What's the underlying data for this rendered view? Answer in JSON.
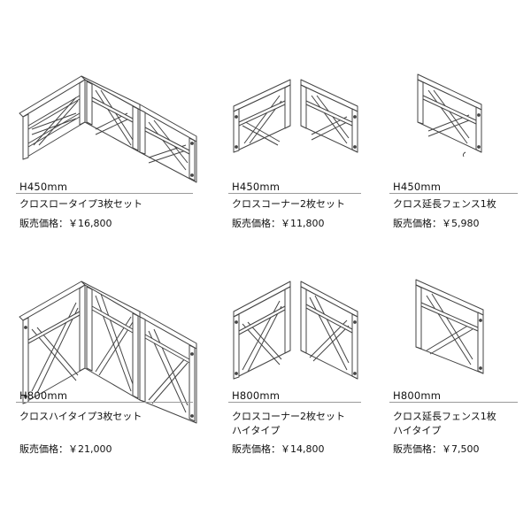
{
  "products": [
    {
      "height": "H450mm",
      "name": "クロスロータイプ3枚セット",
      "name2": "",
      "price_label": "販売価格：￥16,800",
      "icon": "three-panel-low-fence-icon"
    },
    {
      "height": "H450mm",
      "name": "クロスコーナー2枚セット",
      "name2": "",
      "price_label": "販売価格：￥11,800",
      "icon": "two-panel-corner-low-fence-icon"
    },
    {
      "height": "H450mm",
      "name": "クロス延長フェンス1枚",
      "name2": "",
      "price_label": "販売価格：￥5,980",
      "icon": "single-extension-low-fence-icon"
    },
    {
      "height": "H800mm",
      "name": "クロスハイタイプ3枚セット",
      "name2": "",
      "price_label": "販売価格：￥21,000",
      "icon": "three-panel-high-fence-icon"
    },
    {
      "height": "H800mm",
      "name": "クロスコーナー2枚セット",
      "name2": "ハイタイプ",
      "price_label": "販売価格：￥14,800",
      "icon": "two-panel-corner-high-fence-icon"
    },
    {
      "height": "H800mm",
      "name": "クロス延長フェンス1枚",
      "name2": "ハイタイプ",
      "price_label": "販売価格：￥7,500",
      "icon": "single-extension-high-fence-icon"
    }
  ]
}
